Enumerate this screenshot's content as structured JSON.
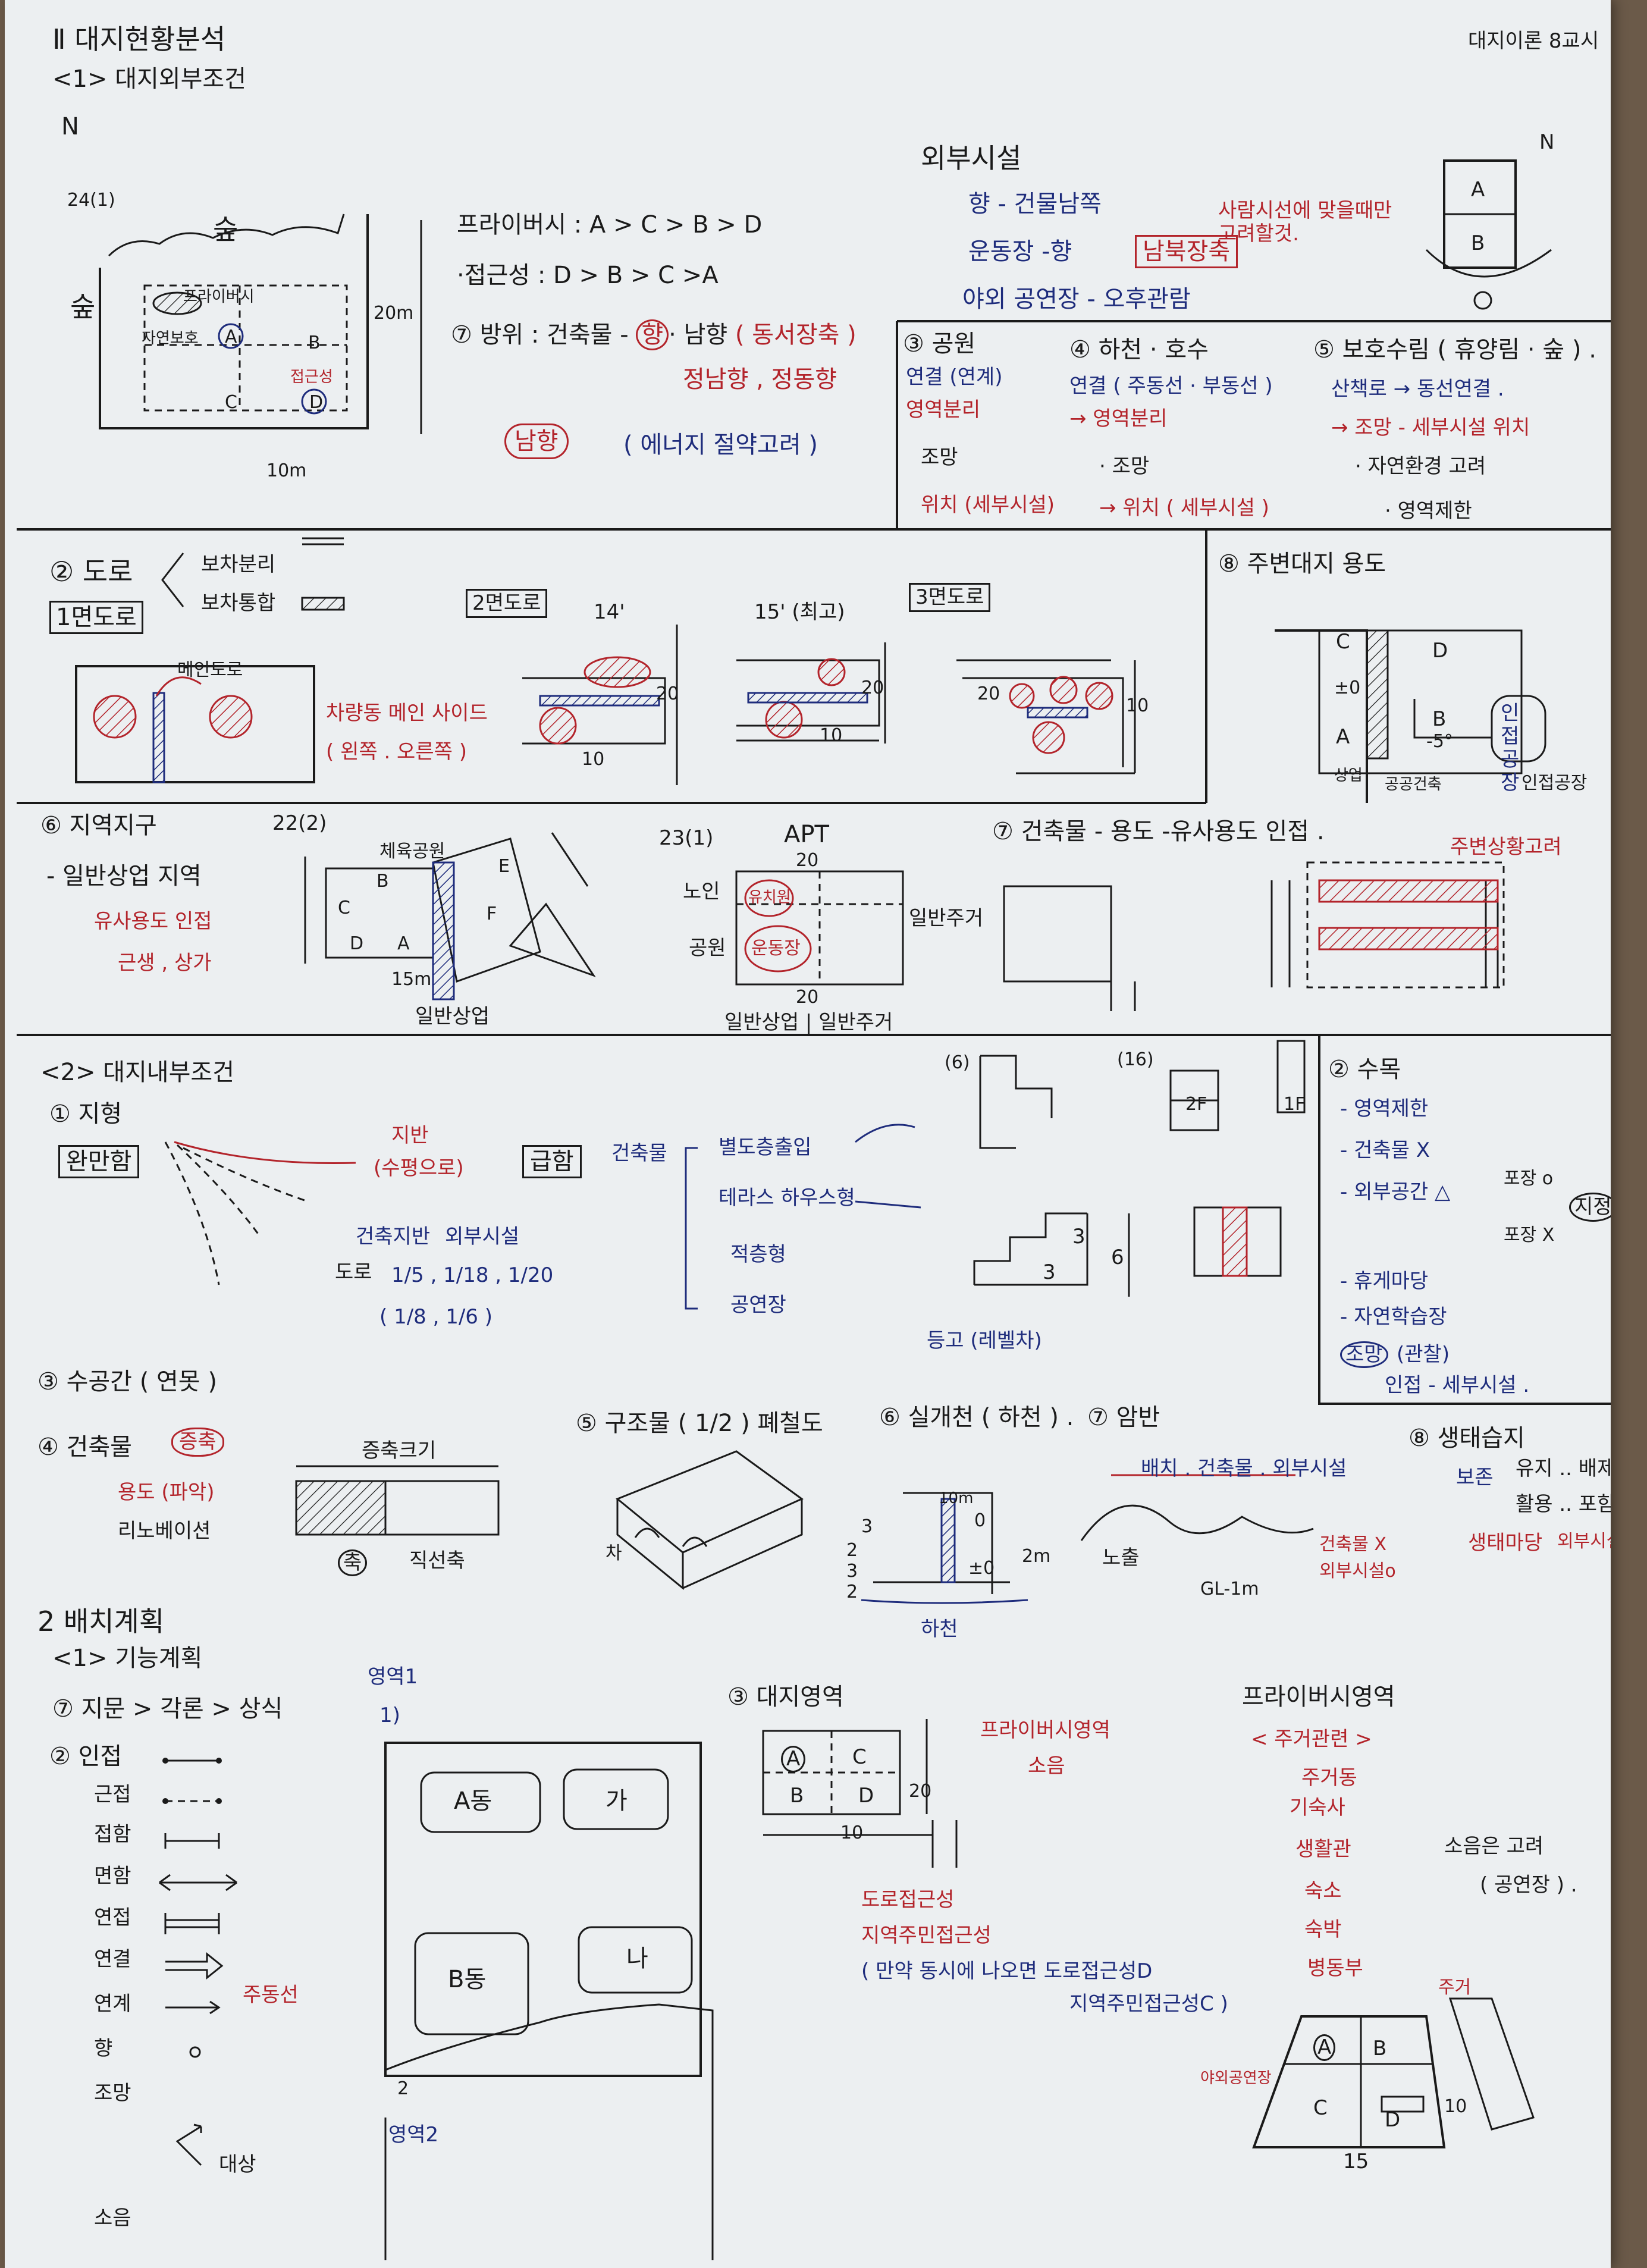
{
  "header": {
    "section": "Ⅱ 대지현황분석",
    "subsection": "<1> 대지외부조건",
    "corner_note": "대지이론 8교시"
  },
  "site_plan": {
    "north": "N",
    "ref": "24(1)",
    "forest_top": "숲",
    "forest_left": "숲",
    "privacy": "프라이버시",
    "road_label": "자연보호",
    "a": "A",
    "b": "B",
    "c": "C",
    "d": "D",
    "access": "접근성",
    "dim_side": "20m",
    "dim_bottom": "10m"
  },
  "analysis": {
    "privacy": "프라이버시 : A > C > B > D",
    "access": "·접근성 : D > B > C >A",
    "orientation_pre": "⑦ 방위 : 건축물 -",
    "orientation_circle": "향",
    "orientation_post": "· 남향",
    "orientation_note": "( 동서장축 )",
    "orientation_sub": "정남향 , 정동향",
    "south_bubble": "남향",
    "energy": "( 에너지 절약고려 )"
  },
  "external": {
    "title": "외부시설",
    "items": [
      "향 - 건물남쪽",
      "운동장 -향",
      "야외 공연장 - 오후관람"
    ],
    "badge": "남북장축",
    "note": "사람시선에 맞을때만 고려할것.",
    "north": "N",
    "a": "A",
    "b": "B"
  },
  "park": {
    "title": "③ 공원",
    "items": [
      "연결 (연계)",
      "영역분리",
      "조망",
      "위치 (세부시설)"
    ]
  },
  "river": {
    "title": "④ 하천 · 호수",
    "items": [
      "연결 ( 주동선 · 부동선 )",
      "→ 영역분리",
      "· 조망",
      "→ 위치 ( 세부시설 )"
    ]
  },
  "conservation": {
    "title": "⑤ 보호수림 ( 휴양림 · 숲 ) .",
    "items": [
      "산책로 → 동선연결 .",
      "→ 조망 - 세부시설 위치",
      "· 자연환경 고려",
      "· 영역제한"
    ]
  },
  "roads": {
    "title": "② 도로",
    "options": [
      "보차분리",
      "보차통합"
    ],
    "one_road": "1면도로",
    "two_road": "2면도로",
    "two_note": "14'",
    "two_dim_a": "20",
    "two_dim_b": "10",
    "corner_note": "15' (최고)",
    "corner_dim_a": "20",
    "corner_dim_b": "10",
    "three_road": "3면도로",
    "three_dim_a": "20",
    "three_dim_b": "10",
    "main_road": "메인도로",
    "service": "차량동 메인 사이드",
    "service_sub": "( 왼쪽 . 오른쪽 )"
  },
  "landuse": {
    "title": "⑧ 주변대지 용도",
    "c": "C",
    "d": "D",
    "a": "A",
    "b": "B",
    "b_note": "-5°",
    "pm": "±0",
    "park_label": "인접 공장",
    "factory": "인접공장",
    "road_bottom": "공공건축",
    "left_label": "상업"
  },
  "zone": {
    "title": "⑥ 지역지구",
    "ref": "22(2)",
    "items": [
      "- 일반상업 지역",
      "유사용도 인접",
      "근생 , 상가"
    ],
    "park_top": "체육공원",
    "dim": "15m",
    "bottom": "일반상업",
    "labels": [
      "B",
      "C",
      "D",
      "A",
      "E",
      "F"
    ]
  },
  "zone2": {
    "ref": "23(1)",
    "apt": "APT",
    "top_dim": "20",
    "left_top": "노인",
    "left_bottom": "공원",
    "right": "일반주거",
    "bottom_dim": "20",
    "bottom": "일반상업 | 일반주거",
    "circle_a": "유치원",
    "circle_b": "운동장"
  },
  "building_use": {
    "title": "⑦ 건축물 - 용도 -유사용도 인접 .",
    "note": "주변상황고려"
  },
  "internal": {
    "title": "<2> 대지내부조건",
    "topo": "① 지형",
    "gentle": "완만함",
    "ground": "지반",
    "ground_note": "(수평으로)",
    "bld_ground": "건축지반",
    "ext_fac": "외부시설",
    "road": "도로",
    "slopes_a": "1/5 , 1/18 , 1/20",
    "slopes_b": "( 1/8 , 1/6 )",
    "steep": "급함",
    "building": "건축물",
    "types": [
      "별도층출입",
      "테라스 하우스형",
      "적층형",
      "공연장"
    ],
    "ramp": "등고 (레벨차)",
    "ref_a": "(6)",
    "ref_b": "(16)",
    "f2": "2F",
    "f1": "1F",
    "three_a": "3",
    "three_b": "3",
    "six": "6"
  },
  "trees": {
    "title": "② 수목",
    "items": [
      "- 영역제한",
      "- 건축물 X",
      "- 외부공간 △",
      "- 휴게마당",
      "- 자연학습장",
      "(관찰)",
      "인접 - 세부시설 ."
    ],
    "pave_o": "포장 o",
    "pave_x": "포장 X",
    "ji": "지정",
    "jo": "조망"
  },
  "water": {
    "title": "③ 수공간 ( 연못 )"
  },
  "building": {
    "title": "④ 건축물",
    "cloud": "증축",
    "use": "용도 (파악)",
    "renov": "리노베이션",
    "size": "증축크기",
    "axis": "직선축",
    "axis_circle": "축"
  },
  "structure": {
    "title": "⑤ 구조물 ( 1/2 ) 폐철도",
    "car": "차"
  },
  "stream": {
    "title": "⑥ 실개천 ( 하천 ) .",
    "dims": [
      "3",
      "2",
      "3",
      "2"
    ],
    "zero": "0",
    "pm": "±0",
    "m2": "2m",
    "m10": "10m",
    "river": "하천"
  },
  "rock": {
    "title": "⑦ 암반",
    "note": "배치 . 건축물 . 외부시설",
    "outcrop": "노출",
    "no": "건축물 X",
    "yes": "외부시설o",
    "depth": "GL-1m"
  },
  "wetland": {
    "title": "⑧ 생태습지",
    "preserve": "보존",
    "keep": "유지 .. 배제",
    "use": "활용 .. 포함",
    "yard": "생태마당",
    "ext": "외부시설"
  },
  "layout": {
    "title": "2 배치계획",
    "sub": "<1> 기능계획",
    "rule": "⑦ 지문 > 각론 > 상식",
    "rel_title": "② 인접"
  },
  "relations": [
    {
      "label": "인접",
      "color": "black"
    },
    {
      "label": "근접",
      "color": "black"
    },
    {
      "label": "접함",
      "color": "black"
    },
    {
      "label": "면함",
      "color": "black"
    },
    {
      "label": "연접",
      "color": "black"
    },
    {
      "label": "연결",
      "color": "black",
      "note": "주동선"
    },
    {
      "label": "연계",
      "color": "black"
    },
    {
      "label": "향",
      "color": "black"
    },
    {
      "label": "조망",
      "color": "black",
      "note": "대상"
    },
    {
      "label": "소음",
      "color": "black"
    }
  ],
  "zoning": {
    "title": "영역1",
    "n1": "1)",
    "a_dong": "A동",
    "ga": "가",
    "b_dong": "B동",
    "na": "나",
    "n2": "2",
    "area2": "영역2"
  },
  "site_zone": {
    "title": "③ 대지영역",
    "a": "A",
    "c": "C",
    "b": "B",
    "d": "D",
    "dim_a": "20",
    "dim_b": "10",
    "privacy_zone": "프라이버시영역",
    "noise": "소음",
    "road_access": "도로접근성",
    "local_access": "지역주민접근성",
    "note": "( 만약 동시에 나오면 도로접근성D",
    "note2": "지역주민접근성C )"
  },
  "privacy_zone": {
    "title": "프라이버시영역",
    "sub": "< 주거관련 >",
    "items": [
      "주거동",
      "기숙사",
      "생활관",
      "숙소",
      "숙박",
      "병동부"
    ],
    "noise": "소음은 고려",
    "noise_sub": "( 공연장 ) .",
    "housing": "주거",
    "stage": "야외공연장",
    "a": "A",
    "b": "B",
    "c": "C",
    "d": "D",
    "dim_a": "10",
    "dim_b": "15"
  }
}
